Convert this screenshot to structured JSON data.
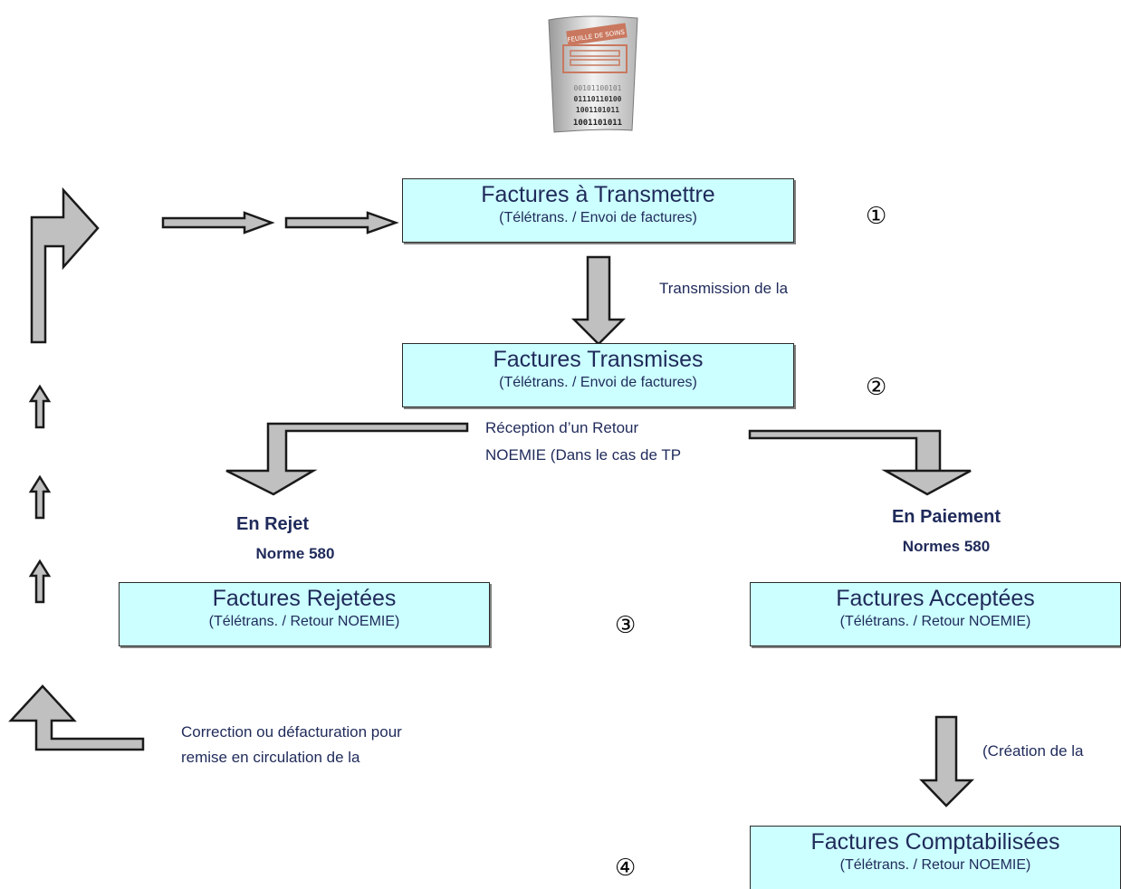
{
  "diagram": {
    "boxes": {
      "transmettre": {
        "title": "Factures à Transmettre",
        "subtitle": "(Télétrans. / Envoi de factures)"
      },
      "transmises": {
        "title": "Factures Transmises",
        "subtitle": "(Télétrans. / Envoi de factures)"
      },
      "rejetees": {
        "title": "Factures Rejetées",
        "subtitle": "(Télétrans. / Retour NOEMIE)"
      },
      "acceptees": {
        "title": "Factures Acceptées",
        "subtitle": "(Télétrans. / Retour NOEMIE)"
      },
      "comptabilisees": {
        "title": "Factures Comptabilisées",
        "subtitle": "(Télétrans. / Retour NOEMIE)"
      }
    },
    "steps": [
      "①",
      "②",
      "③",
      "④"
    ],
    "labels": {
      "transmission": "Transmission de la",
      "reception_line1": "Réception d’un Retour",
      "reception_line2": "NOEMIE (Dans le cas de TP",
      "correction_line1": "Correction ou défacturation pour",
      "correction_line2": "remise en circulation de la",
      "creation": "(Création de la"
    },
    "branches": {
      "rejet_title": "En Rejet",
      "rejet_norm": "Norme 580",
      "paiement_title": "En Paiement",
      "paiement_norm": "Normes 580"
    },
    "document_image": {
      "header_text": "FEUILLE DE SOINS",
      "binary_lines": [
        "00101100101",
        "01110110100",
        "1001101011",
        "1001101011"
      ]
    },
    "colors": {
      "box_fill": "#ccffff",
      "arrow_fill": "#c0c0c0",
      "text": "#1f2a5a"
    }
  }
}
